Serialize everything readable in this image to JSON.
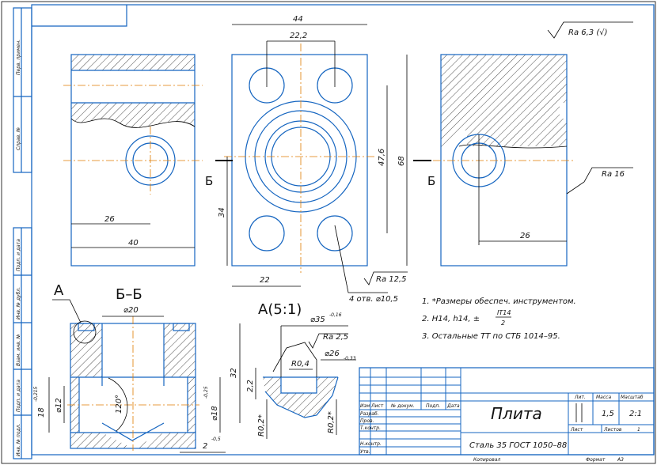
{
  "side_strip": [
    "Перв. примен.",
    "Справ. №",
    "Подп. и дата",
    "Инв. № дубл.",
    "Взам. инв. №",
    "Подп. и дата",
    "Инв. № подл."
  ],
  "roughness": {
    "general": "Ra 6,3 (√)",
    "side": "Ra 16",
    "holes": "Ra 12,5",
    "groove": "Ra 2,5"
  },
  "dimensions": {
    "width_44": "44",
    "holes_22_2": "22,2",
    "height_47_6": "47,6",
    "height_68": "68",
    "offset_34": "34",
    "offset_22": "22",
    "left_26": "26",
    "left_40": "40",
    "right_26": "26",
    "holes_note": "4 отв. ⌀10,5",
    "bore_20": "⌀20",
    "depth_32": "32",
    "d12": "⌀12",
    "d18": "⌀18",
    "d18_tol": "-0,25",
    "h18": "18",
    "h18_tol": "-0,215",
    "angle": "120°",
    "chamfer_2": "2",
    "chamfer_tol": "-0,5",
    "d35": "⌀35",
    "d35_tol": "-0,16",
    "d26": "⌀26",
    "d26_tol": "-0,33",
    "r04": "R0,4",
    "d22": "2,2",
    "r02a": "R0,2*",
    "r02b": "R0,2*"
  },
  "labels": {
    "section_mark": "Б",
    "section_title": "Б–Б",
    "detail_mark": "А",
    "detail_title": "А(5:1)"
  },
  "notes": [
    "1. *Размеры обеспеч. инструментом.",
    "2. H14, h14, ±",
    "IT14",
    "2",
    "3. Остальные ТТ по СТБ 1014–95."
  ],
  "title_block": {
    "headers": [
      "Изм",
      "Лист",
      "№ докум.",
      "Подп.",
      "Дата"
    ],
    "roles": [
      "Разраб.",
      "Пров.",
      "Т.контр.",
      "",
      "Н.контр.",
      "Утв."
    ],
    "title": "Плита",
    "material": "Сталь 35 ГОСТ 1050–88",
    "lit_label": "Лит.",
    "mass_label": "Масса",
    "scale_label": "Масштаб",
    "mass": "1,5",
    "scale": "2:1",
    "sheet_label": "Лист",
    "sheets_label": "Листов",
    "sheets": "1",
    "copied_label": "Копировал",
    "format_label": "Формат",
    "format": "А3"
  },
  "colors": {
    "frame": "#1565c0",
    "centerline": "#e07b00"
  }
}
